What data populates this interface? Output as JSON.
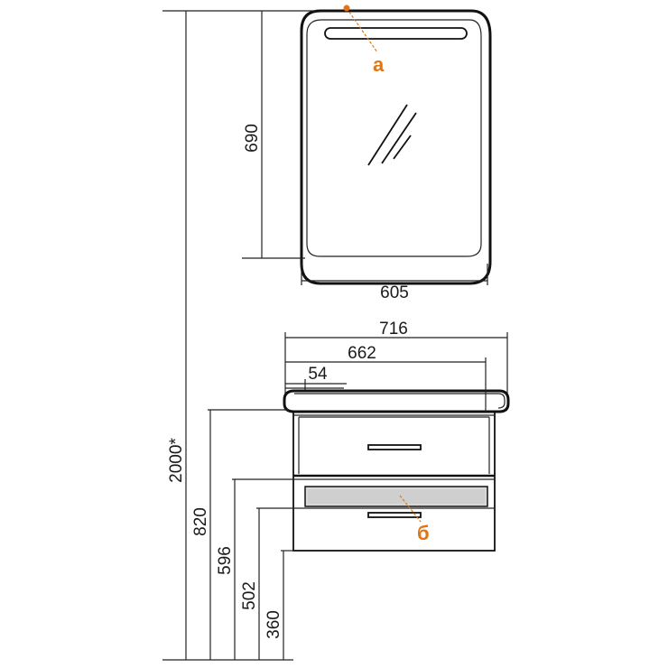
{
  "dimensions": {
    "mirror_height": "690",
    "mirror_width": "605",
    "total_width": "716",
    "inner_width": "662",
    "overhang": "54",
    "total_height": "2000*",
    "cabinet_top_height": "820",
    "lower_section_height": "596",
    "drawer_height": "502",
    "base_height": "360"
  },
  "callouts": {
    "lamp": "а",
    "drawer_light": "б"
  },
  "colors": {
    "line": "#111111",
    "callout": "#e07512"
  }
}
